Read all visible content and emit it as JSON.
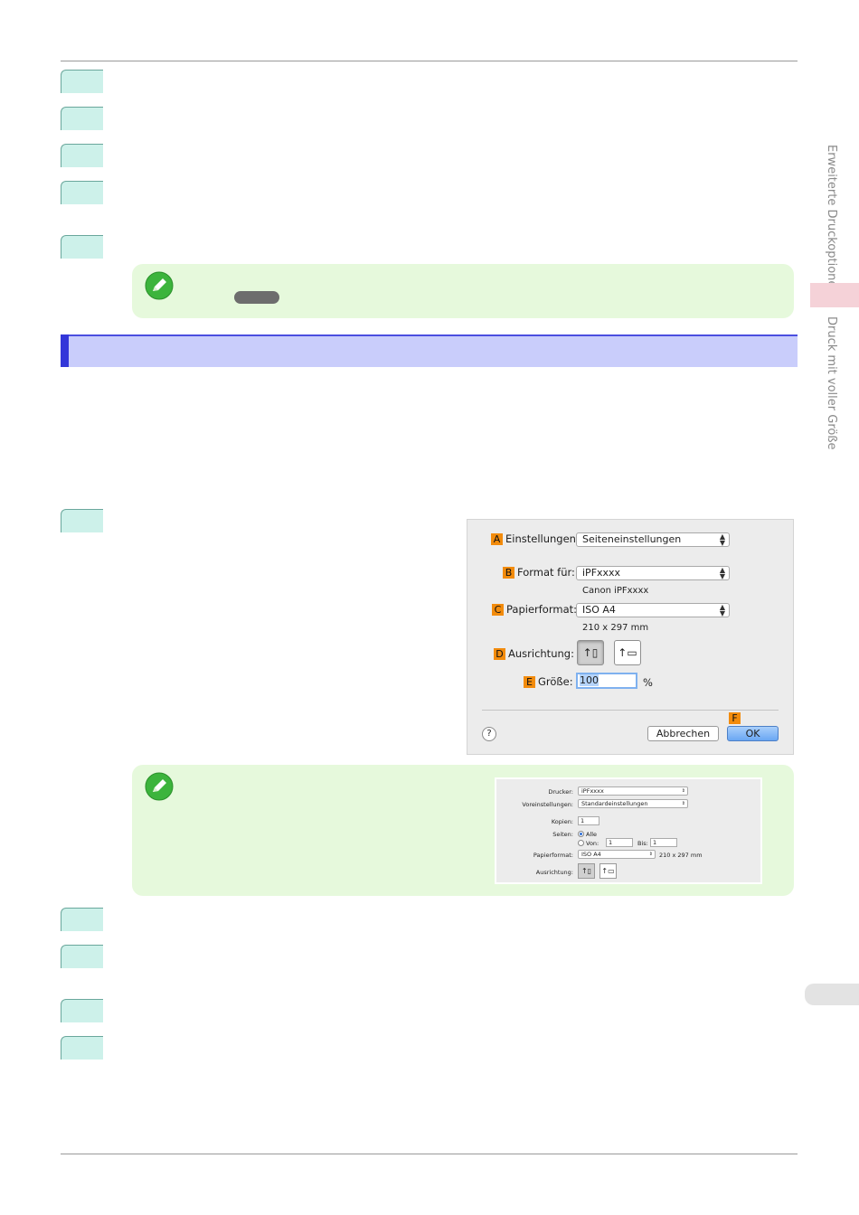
{
  "side": {
    "chapter": "Erweiterte Druckoptionen",
    "section": "Druck mit voller Größe"
  },
  "dialog": {
    "settings": {
      "badge": "A",
      "label": "Einstellungen:",
      "value": "Seiteneinstellungen"
    },
    "format_for": {
      "badge": "B",
      "label": "Format für:",
      "value": "iPFxxxx",
      "sub": "Canon iPFxxxx"
    },
    "paper_format": {
      "badge": "C",
      "label": "Papierformat:",
      "value": "ISO A4",
      "sub": "210 x 297 mm"
    },
    "orientation": {
      "badge": "D",
      "label": "Ausrichtung:"
    },
    "scale": {
      "badge": "E",
      "label": "Größe:",
      "value": "100",
      "unit": "%"
    },
    "ok_badge": "F",
    "help": "?",
    "cancel": "Abbrechen",
    "ok": "OK"
  },
  "mini_dialog": {
    "printer_label": "Drucker:",
    "printer_value": "iPFxxxx",
    "presets_label": "Voreinstellungen:",
    "presets_value": "Standardeinstellungen",
    "copies_label": "Kopien:",
    "copies_value": "1",
    "pages_label": "Seiten:",
    "pages_all": "Alle",
    "pages_from": "Von:",
    "from_value": "1",
    "pages_to": "Bis:",
    "to_value": "1",
    "paper_label": "Papierformat:",
    "paper_value": "ISO A4",
    "paper_size": "210 x 297 mm",
    "orient_label": "Ausrichtung:"
  }
}
